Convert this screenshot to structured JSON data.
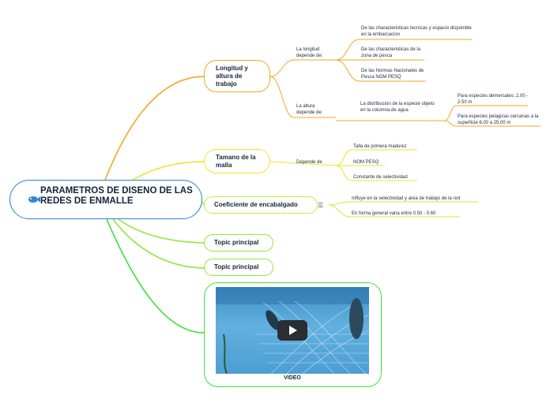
{
  "root": {
    "title": "PARAMETROS DE DISENO DE LAS REDES DE ENMALLE",
    "icon": "fish-icon"
  },
  "branches": {
    "longitud": {
      "label": "Longitud y altura de trabajo",
      "color": "#f5a623",
      "sub1": {
        "label": "La longitud depende de:",
        "leaves": [
          "De las characteristicas tecnicas y espacio disponible en la embarcacion",
          "De las characteristicas de la zona de pesca",
          "De las Normas Nacionales de Pesca NOM PESQ"
        ]
      },
      "sub2": {
        "label": "La altura depende de:",
        "child": "La distribucion de la especie objeto en la columna de agua",
        "leaves": [
          "Para especies demersales: 2.00 - 2.50 m",
          "Para especies pelagicas cercanas a la superficie 6.00 a 25.00 m"
        ]
      }
    },
    "malla": {
      "label": "Tamano de la malla",
      "color": "#f5e12a",
      "sub": "Depende de",
      "leaves": [
        "Talla de primera madurez",
        "NOM PESQ",
        "Constante de selectividad"
      ]
    },
    "encabalgado": {
      "label": "Coeficiente de encabalgado",
      "color": "#c4ef3a",
      "note_icon": "notes-icon",
      "leaves": [
        "Influye en la selectividad y area de trabajo de la red",
        "En forma general varia entre 0.50 - 0.60"
      ]
    },
    "topic1": {
      "label": "Topic principal",
      "color": "#8ee83a"
    },
    "topic2": {
      "label": "Topic principal",
      "color": "#8ee83a"
    },
    "video": {
      "label": "VIDEO",
      "color": "#3fe23f",
      "play_icon": "play-icon"
    }
  }
}
